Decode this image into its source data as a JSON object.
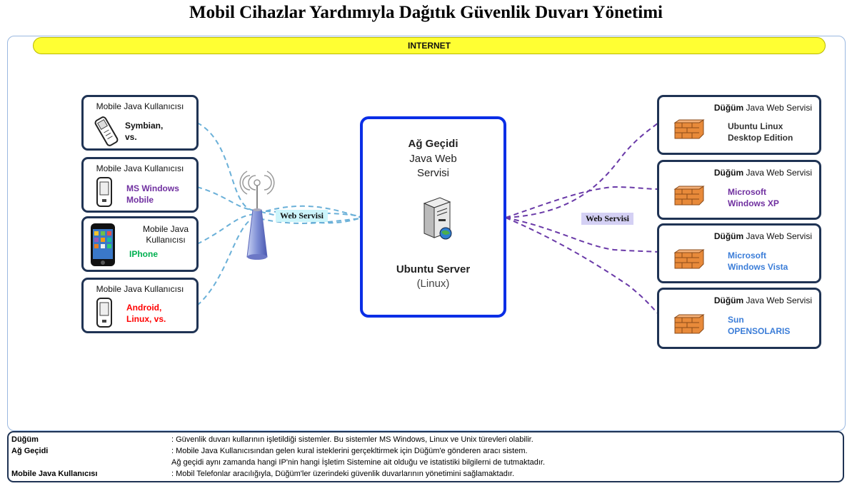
{
  "title": "Mobil Cihazlar Yardımıyla Dağıtık Güvenlik Duvarı Yönetimi",
  "internet": "INTERNET",
  "mobile_clients": [
    {
      "header": "Mobile Java Kullanıcısı",
      "text": "Symbian,\nvs.",
      "color": "#111111",
      "icon": "flip-phone-icon"
    },
    {
      "header": "Mobile Java Kullanıcısı",
      "text": "MS Windows\nMobile",
      "color": "#7030a0",
      "icon": "pda-phone-icon"
    },
    {
      "header": "Mobile Java\nKullanıcısı",
      "text": "IPhone",
      "color": "#00b050",
      "icon": "iphone-icon"
    },
    {
      "header": "Mobile Java Kullanıcısı",
      "text": "Android,\nLinux, vs.",
      "color": "#ff0000",
      "icon": "smartphone-icon"
    }
  ],
  "web_service_left": "Web Servisi",
  "web_service_right": "Web Servisi",
  "gateway": {
    "title": "Ağ Geçidi",
    "subtitle": "Java Web\nServisi",
    "server": "Ubuntu Server",
    "os": "(Linux)"
  },
  "nodes": [
    {
      "header_bold": "Düğüm",
      "header_rest": " Java Web Servisi",
      "text": "Ubuntu Linux\nDesktop Edition",
      "color": "#333333"
    },
    {
      "header_bold": "Düğüm",
      "header_rest": " Java Web Servisi",
      "text": "Microsoft\nWindows XP",
      "color": "#7030a0"
    },
    {
      "header_bold": "Düğüm",
      "header_rest": " Java Web Servisi",
      "text": "Microsoft\nWindows Vista",
      "color": "#3b7dd8"
    },
    {
      "header_bold": "Düğüm",
      "header_rest": " Java Web Servisi",
      "text": "Sun\nOPENSOLARIS",
      "color": "#3b7dd8"
    }
  ],
  "legend": [
    {
      "term": "Düğüm",
      "desc": ": Güvenlik duvarı kullarının işletildiği sistemler. Bu sistemler MS Windows, Linux ve Unix türevleri olabilir."
    },
    {
      "term": "Ağ Geçidi",
      "desc": ": Mobile Java Kullanıcısından gelen kural isteklerini gerçekltirmek için Düğüm'e gönderen aracı sistem."
    },
    {
      "term": "",
      "desc": "Ağ geçidi aynı zamanda hangi IP'nin hangi İşletim Sistemine ait olduğu ve istatistiki bilgilerni de tutmaktadır."
    },
    {
      "term": "Mobile Java Kullanıcısı",
      "desc": ": Mobil Telefonlar aracılığıyla, Düğüm'ler üzerindeki güvenlik duvarlarının yönetimini sağlamaktadır."
    }
  ],
  "colors": {
    "box_border": "#1f3354",
    "gateway_border": "#0a2ee6",
    "left_lines": "#6ab0d8",
    "right_lines": "#6a3aa8",
    "internet_bar": "#ffff33",
    "ws_left_bg": "#ccf5fb",
    "ws_right_bg": "#d4d0f4"
  }
}
